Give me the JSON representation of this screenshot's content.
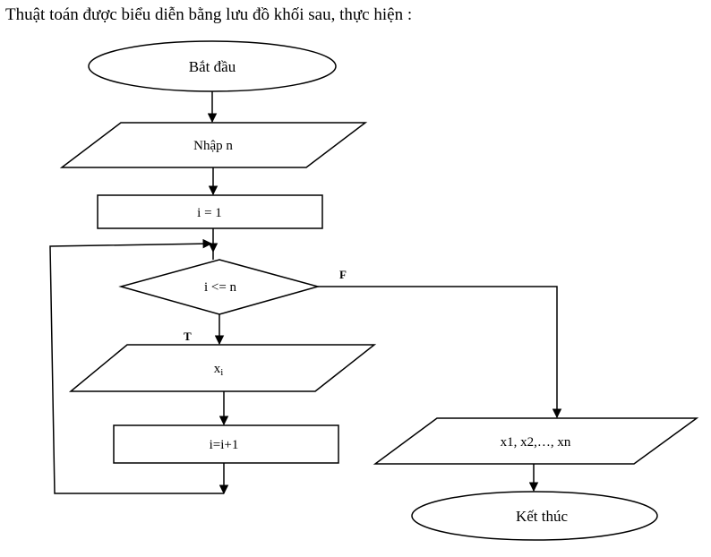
{
  "question": "Thuật toán được biểu diễn bằng lưu đồ khối sau, thực hiện :",
  "flowchart": {
    "start": "Bắt đầu",
    "input": "Nhập n",
    "init": "i = 1",
    "condition": "i <= n",
    "true_label": "T",
    "false_label": "F",
    "body_base": "x",
    "body_sub": "i",
    "increment": "i=i+1",
    "output": "x1, x2,…, xn",
    "end": "Kết thúc"
  }
}
